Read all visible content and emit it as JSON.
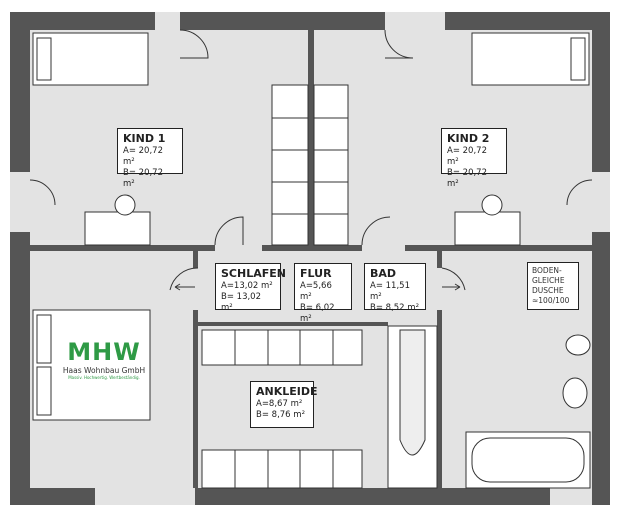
{
  "rooms": [
    {
      "name": "KIND 1",
      "a": "A= 20,72 m²",
      "b": "B= 20,72 m²"
    },
    {
      "name": "KIND 2",
      "a": "A= 20,72 m²",
      "b": "B= 20,72 m²"
    },
    {
      "name": "SCHLAFEN",
      "a": "A=13,02 m²",
      "b": "B= 13,02 m²"
    },
    {
      "name": "FLUR",
      "a": "A=5,66 m²",
      "b": "B= 6,02 m²"
    },
    {
      "name": "BAD",
      "a": "A= 11,51 m²",
      "b": "B= 8,52 m²"
    },
    {
      "name": "ANKLEIDE",
      "a": "A=8,67 m²",
      "b": "B= 8,76 m²"
    }
  ],
  "shower_label": [
    "BODEN-",
    "GLEICHE",
    "DUSCHE",
    "≈100/100"
  ],
  "logo": {
    "mark": "MHW",
    "company": "Haas Wohnbau GmbH",
    "slogan": "Massiv. Hochwertig. Wertbeständig.",
    "brand_color": "#2e9a45"
  },
  "colors": {
    "wall": "#555555",
    "floor": "#e3e3e3"
  }
}
